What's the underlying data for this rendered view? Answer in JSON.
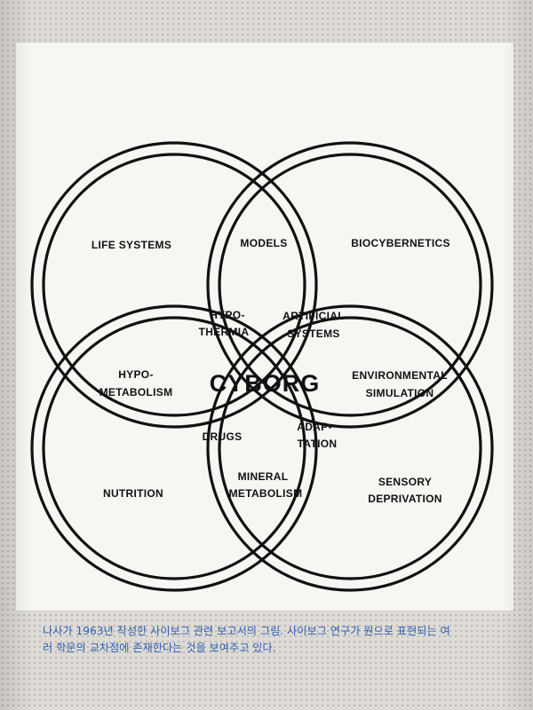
{
  "diagram": {
    "center": "CYBORG",
    "outer_regions": {
      "top_left": [
        "LIFE SYSTEMS"
      ],
      "top_middle": [
        "MODELS"
      ],
      "top_right": [
        "BIOCYBERNETICS"
      ],
      "middle_left": [
        "HYPO-",
        "METABOLISM"
      ],
      "middle_right": [
        "ENVIRONMENTAL",
        "SIMULATION"
      ],
      "bottom_left": [
        "NUTRITION"
      ],
      "bottom_middle": [
        "MINERAL",
        "METABOLISM"
      ],
      "bottom_right": [
        "SENSORY",
        "DEPRIVATION"
      ]
    },
    "inner_regions": {
      "upper_left": [
        "HYPO-",
        "THERMIA"
      ],
      "upper_right": [
        "ARTIFICIAL",
        "SYSTEMS"
      ],
      "lower_left": [
        "DRUGS"
      ],
      "lower_right": [
        "ADAP-",
        "TATION"
      ]
    }
  },
  "caption": {
    "line1": "나사가 1963년 작성한 사이보그 관련 보고서의 그림. 사이보그 연구가 원으로 표현되는 여",
    "line2": "러 학문의 교차점에 존재한다는 것을 보여주고 있다."
  }
}
